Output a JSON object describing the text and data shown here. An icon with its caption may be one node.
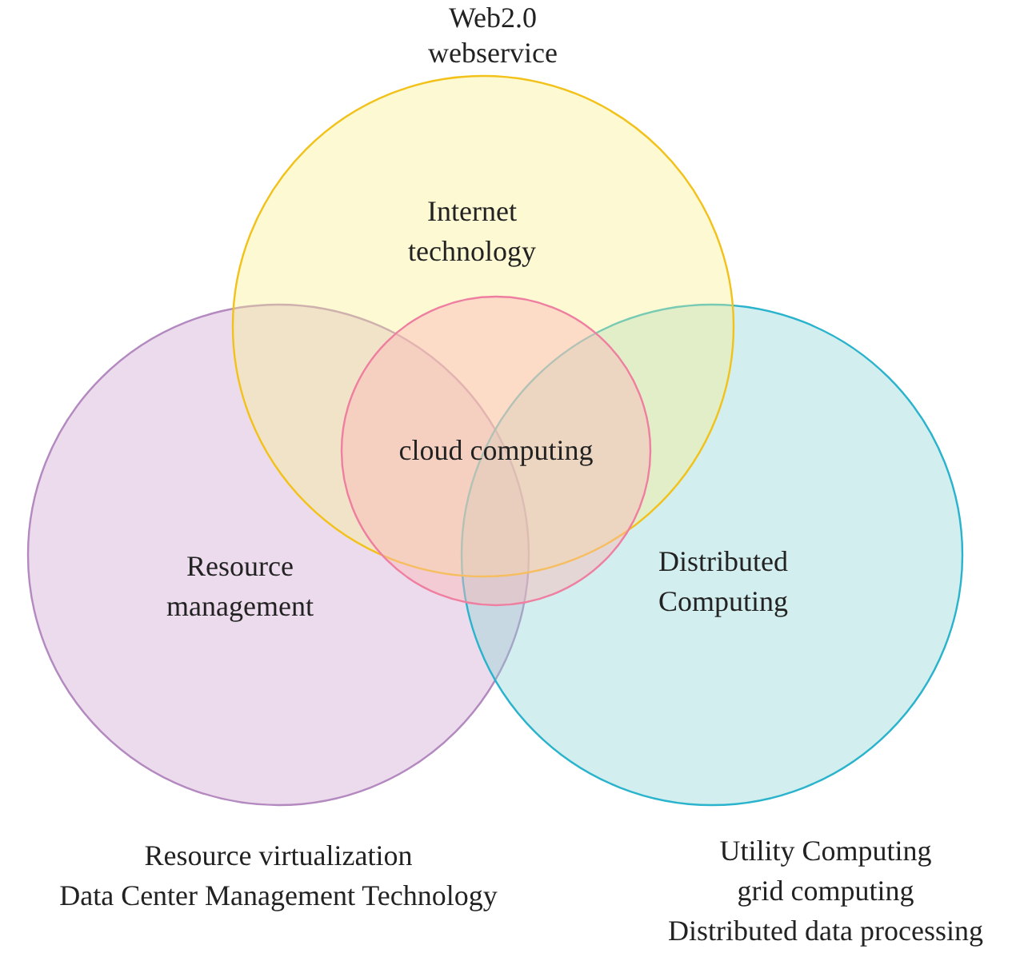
{
  "diagram": {
    "nodes": [
      {
        "text": [
          "Internet technology"
        ],
        "beside": [
          "Web2.0",
          "webservice"
        ]
      },
      {
        "text": [
          "cloud computing"
        ]
      },
      {
        "text": [
          "Resource management"
        ],
        "beside": [
          "Resource virtualization",
          "Data Center Management Technology"
        ]
      },
      {
        "text": [
          "Distributed Computing"
        ],
        "beside": [
          "Utility Computing",
          "grid computing",
          "Distributed data processing"
        ]
      }
    ]
  }
}
